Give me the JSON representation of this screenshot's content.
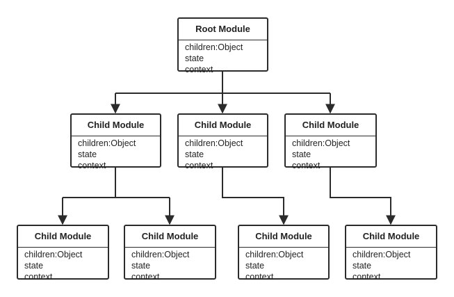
{
  "diagram": {
    "root": {
      "title": "Root Module",
      "fields": [
        "children:Object",
        "state",
        "context"
      ]
    },
    "children": [
      {
        "title": "Child Module",
        "fields": [
          "children:Object",
          "state",
          "context"
        ]
      },
      {
        "title": "Child Module",
        "fields": [
          "children:Object",
          "state",
          "context"
        ]
      },
      {
        "title": "Child Module",
        "fields": [
          "children:Object",
          "state",
          "context"
        ]
      }
    ],
    "grandchildren": [
      {
        "title": "Child Module",
        "fields": [
          "children:Object",
          "state",
          "context"
        ]
      },
      {
        "title": "Child Module",
        "fields": [
          "children:Object",
          "state",
          "context"
        ]
      },
      {
        "title": "Child Module",
        "fields": [
          "children:Object",
          "state",
          "context"
        ]
      },
      {
        "title": "Child Module",
        "fields": [
          "children:Object",
          "state",
          "context"
        ]
      }
    ],
    "colors": {
      "line": "#2b2b2b",
      "background": "#ffffff",
      "text": "#222222"
    }
  }
}
